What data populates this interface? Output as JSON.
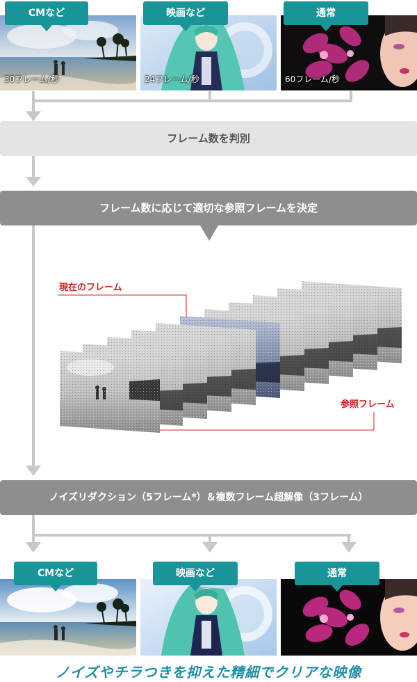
{
  "top_row": [
    {
      "tag": "CMなど",
      "rate": "30フレーム/秒",
      "scene": "beach-photo"
    },
    {
      "tag": "映画など",
      "rate": "24フレーム/秒",
      "scene": "anime-girl"
    },
    {
      "tag": "通常",
      "rate": "60フレーム/秒",
      "scene": "orchid-face"
    }
  ],
  "step1": "フレーム数を判別",
  "step2": "フレーム数に応じて適切な参照フレームを決定",
  "current_frame_label": "現在のフレーム",
  "reference_frame_label": "参照フレーム",
  "step3": "ノイズリダクション（5フレーム*）＆複数フレーム超解像（3フレーム）",
  "bottom_row": [
    {
      "tag": "CMなど",
      "scene": "beach-photo"
    },
    {
      "tag": "映画など",
      "scene": "anime-girl"
    },
    {
      "tag": "通常",
      "scene": "orchid-face"
    }
  ],
  "footer": "ノイズやチラつきを抑えた精細でクリアな映像",
  "colors": {
    "accent": "#19959a",
    "highlight_red": "#d32020",
    "footer_text": "#1f8fa6",
    "connector": "#c8c8c8"
  }
}
